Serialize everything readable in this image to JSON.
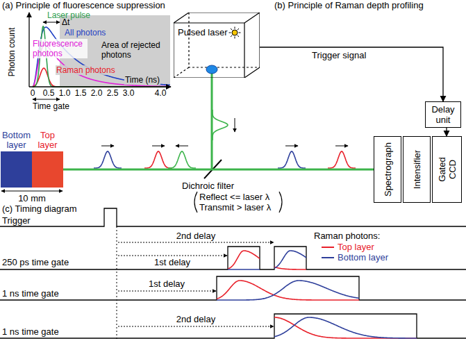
{
  "diagram": {
    "nodes": [
      {
        "text": [
          "Pulsed laser"
        ]
      },
      {
        "text": [
          "Delay unit"
        ]
      },
      {
        "text": [
          "Bottom layer"
        ]
      },
      {
        "text": [
          "Top layer"
        ]
      },
      {
        "text": [
          "Spectrograph"
        ]
      },
      {
        "text": [
          "Intensifier"
        ]
      },
      {
        "text": [
          "Gated CCD"
        ]
      }
    ],
    "edges": [
      {
        "from": 0,
        "to": 1,
        "label": "Trigger signal",
        "arrow": "to"
      },
      {
        "from": 1,
        "to": 6,
        "arrow": "to"
      },
      {
        "from": 3,
        "to": 4,
        "arrow": "none"
      }
    ],
    "labels": [
      "(a) Principle of fluorescence suppression",
      "Laser pulse",
      "Δt",
      "Photon count",
      "All photons",
      "Area of rejected photons",
      "Fluorescence photons",
      "Raman photons",
      "Time (ns)",
      "0",
      "0.5",
      "1.0",
      "1.5",
      "2.0",
      "2.5",
      "3.0",
      "4.0",
      "Time gate",
      "(b) Principle of Raman depth profiling",
      "10 mm",
      "Dichroic filter",
      "Reflect <= laser λ",
      "Transmit > laser λ",
      "(c) Timing diagram",
      "Trigger",
      "250 ps time gate",
      "2nd delay",
      "1st delay",
      "1 ns time gate",
      "1st delay",
      "1 ns time gate",
      "2nd delay",
      "Raman photons:"
    ],
    "legend": [
      {
        "text": "Top layer"
      },
      {
        "text": "Bottom layer"
      }
    ]
  }
}
